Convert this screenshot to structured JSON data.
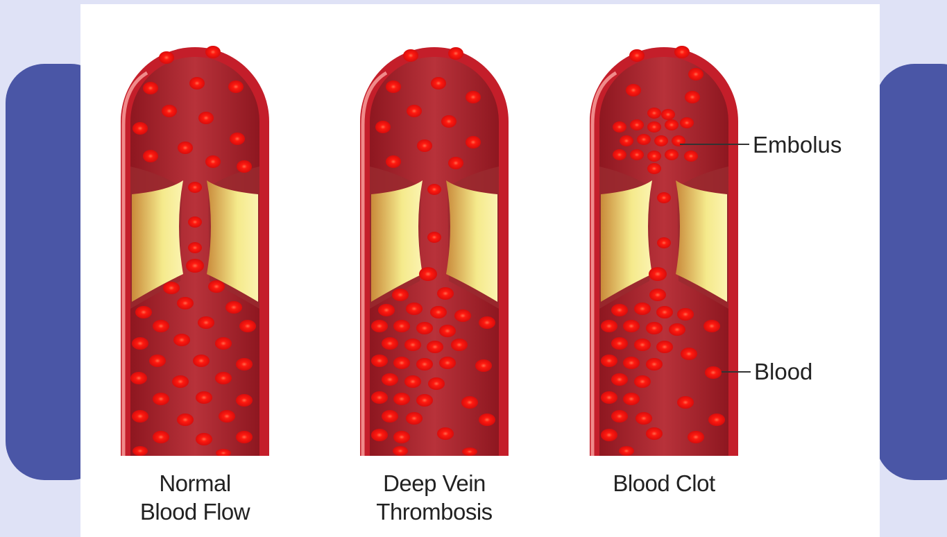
{
  "diagram": {
    "panels": [
      {
        "id": "normal",
        "caption_line1": "Normal",
        "caption_line2": "Blood Flow"
      },
      {
        "id": "dvt",
        "caption_line1": "Deep Vein",
        "caption_line2": "Thrombosis"
      },
      {
        "id": "clot",
        "caption_line1": "Blood Clot",
        "caption_line2": ""
      }
    ],
    "callouts": {
      "embolus": "Embolus",
      "blood": "Blood"
    },
    "colors": {
      "background": "#dfe2f6",
      "side_panel": "#4a56a6",
      "vessel_wall": "#c41e2a",
      "vessel_wall_light": "#f08a8a",
      "lumen": "#a8202a",
      "blood_cell": "#f01414",
      "valve": "#f3e48a"
    }
  }
}
